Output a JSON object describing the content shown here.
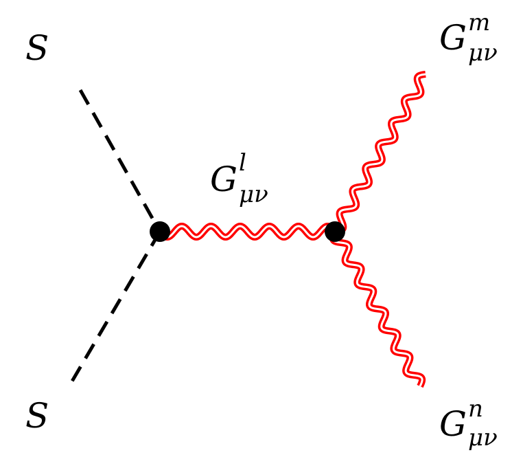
{
  "diagram": {
    "labels": {
      "s_top": "S",
      "s_bottom": "S",
      "g_l": {
        "base": "G",
        "sup": "l",
        "sub": "μν"
      },
      "g_m": {
        "base": "G",
        "sup": "m",
        "sub": "μν"
      },
      "g_n": {
        "base": "G",
        "sup": "n",
        "sub": "μν"
      }
    },
    "colors": {
      "scalar_line": "#000000",
      "graviton_line": "#ff0000",
      "vertex": "#000000"
    }
  }
}
